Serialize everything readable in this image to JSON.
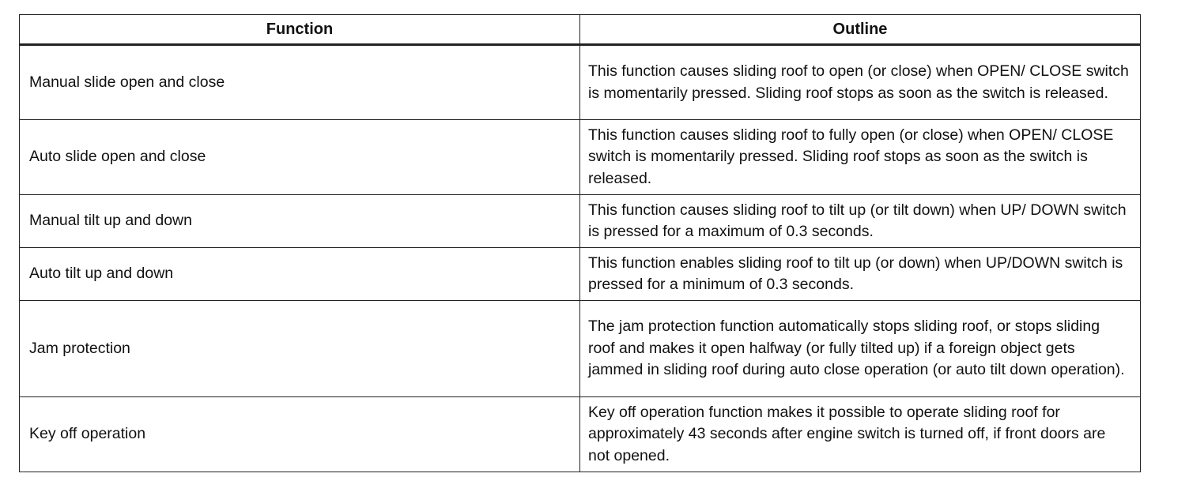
{
  "table": {
    "headers": [
      "Function",
      "Outline"
    ],
    "rows": [
      {
        "function": "Manual slide open and close",
        "outline": "This function causes sliding roof to open (or close) when OPEN/ CLOSE switch is momentarily pressed. Sliding roof stops as soon as the switch is released."
      },
      {
        "function": "Auto slide open and close",
        "outline": "This function causes sliding roof to fully open (or close) when OPEN/ CLOSE switch is momentarily pressed. Sliding roof stops as soon as the switch is released."
      },
      {
        "function": "Manual tilt up and down",
        "outline": "This function causes sliding roof to tilt up (or tilt down) when UP/ DOWN switch is pressed for a maximum of 0.3 seconds."
      },
      {
        "function": "Auto tilt up and down",
        "outline": "This function enables sliding roof to tilt up (or down) when UP/DOWN switch is pressed for a minimum of 0.3 seconds."
      },
      {
        "function": "Jam protection",
        "outline": "The jam protection function automatically stops sliding roof, or stops sliding roof and makes it open halfway (or fully tilted up) if a foreign object gets jammed in sliding roof during auto close operation (or auto tilt down operation)."
      },
      {
        "function": "Key off operation",
        "outline": "Key off operation function makes it possible to operate sliding roof for approximately 43 seconds after engine switch is turned off, if front doors are not opened."
      }
    ]
  }
}
